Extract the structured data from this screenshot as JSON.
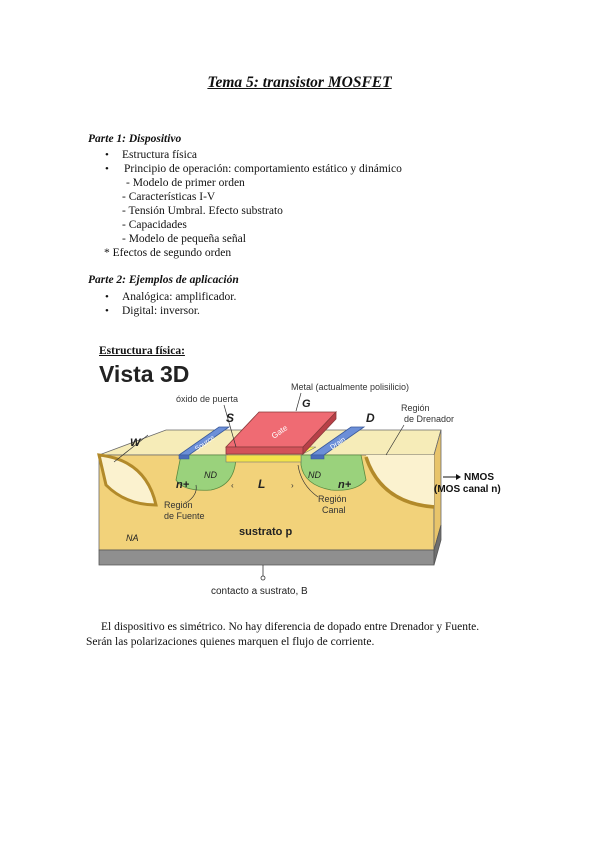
{
  "title": "Tema 5: transistor MOSFET",
  "part1": {
    "heading": "Parte 1: Dispositivo",
    "items": [
      "Estructura física",
      "Principio de operación: comportamiento estático y dinámico"
    ],
    "subitems": [
      "- Modelo de primer orden",
      "- Características I-V",
      "- Tensión Umbral. Efecto substrato",
      "- Capacidades",
      "- Modelo de pequeña señal"
    ],
    "extra": "*  Efectos de segundo orden"
  },
  "part2": {
    "heading": "Parte 2: Ejemplos de aplicación",
    "items": [
      "Analógica: amplificador.",
      "Digital: inversor."
    ]
  },
  "figure": {
    "label": "Estructura física:",
    "title": "Vista 3D",
    "labels": {
      "metal": "Metal (actualmente polisilicio)",
      "oxide": "óxido de puerta",
      "s": "S",
      "g": "G",
      "d": "D",
      "drain_region_1": "Región",
      "drain_region_2": "de Drenador",
      "source_tag": "Source",
      "gate_tag": "Gate",
      "drain_tag": "Drain",
      "w": "W",
      "n_plus_left": "n+",
      "n_plus_right": "n+",
      "nd_left": "ND",
      "nd_right": "ND",
      "l": "L",
      "channel_region_1": "Región",
      "channel_region_2": "Canal",
      "source_region_1": "Región",
      "source_region_2": "de Fuente",
      "substrate": "sustrato p",
      "na": "NA",
      "contact": "contacto a sustrato, B",
      "nmos_1": "NMOS",
      "nmos_2": "(MOS canal n)"
    }
  },
  "paragraph": {
    "line1": "El dispositivo es simétrico. No hay diferencia de dopado entre Drenador y Fuente.",
    "line2": "Serán las polarizaciones quienes marquen el flujo de corriente."
  }
}
